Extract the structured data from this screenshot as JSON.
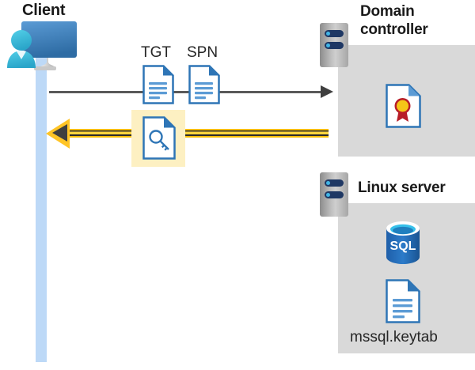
{
  "diagram": {
    "title": "Kerberos authentication flow between client, domain controller and Linux server",
    "client": {
      "label": "Client",
      "icon": "client-computer-icon",
      "lifeline_color": "#bdd9f7"
    },
    "domain_controller": {
      "label": "Domain controller",
      "label_line1": "Domain",
      "label_line2": "controller",
      "icon": "server-icon",
      "panel_color": "#d9d9d9",
      "contents": [
        {
          "icon": "certificate-document-icon",
          "label": ""
        }
      ]
    },
    "linux_server": {
      "label": "Linux server",
      "icon": "server-icon",
      "panel_color": "#d9d9d9",
      "contents": [
        {
          "icon": "sql-database-icon",
          "label": "SQL"
        },
        {
          "icon": "keytab-document-icon",
          "label": "mssql.keytab"
        }
      ]
    },
    "messages": [
      {
        "name": "request",
        "direction": "client-to-domain-controller",
        "line_color": "#595959",
        "artifacts": [
          {
            "label": "TGT",
            "icon": "document-icon"
          },
          {
            "label": "SPN",
            "icon": "document-icon"
          }
        ]
      },
      {
        "name": "response",
        "direction": "domain-controller-to-client",
        "line_color": "#ffc425",
        "highlight_color": "#fdf0c2",
        "artifacts": [
          {
            "label": "",
            "icon": "key-document-icon"
          }
        ]
      }
    ],
    "colors": {
      "accent_blue": "#2e75b6",
      "doc_fold_blue": "#2e75b6",
      "arrow_yellow": "#ffc425",
      "panel_gray": "#d9d9d9",
      "lifeline_blue": "#bdd9f7",
      "server_navy": "#1f3864",
      "led_cyan": "#41b6e6",
      "seal_gold": "#f5c518",
      "ribbon_red": "#b81d28"
    }
  }
}
